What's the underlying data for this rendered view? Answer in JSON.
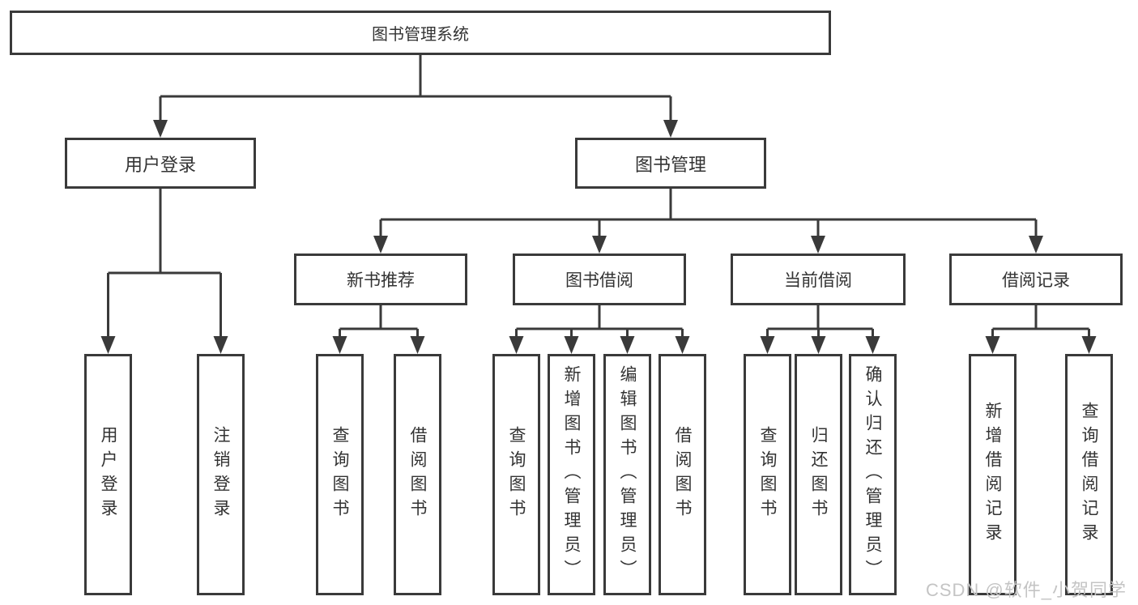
{
  "diagram": {
    "root_label": "图书管理系统",
    "level2": [
      "用户登录",
      "图书管理"
    ],
    "level3": [
      "新书推荐",
      "图书借阅",
      "当前借阅",
      "借阅记录"
    ],
    "leaves_user_login": [
      "用户登录",
      "注销登录"
    ],
    "leaves_new_books": [
      "查询图书",
      "借阅图书"
    ],
    "leaves_book_borrowing": [
      "查询图书",
      "新增图书（管理员）",
      "编辑图书（管理员）",
      "借阅图书"
    ],
    "leaves_current_borrowing": [
      "查询图书",
      "归还图书",
      "确认归还（管理员）"
    ],
    "leaves_borrow_records": [
      "新增借阅记录",
      "查询借阅记录"
    ]
  },
  "watermark": "CSDN @软件_小贺同学",
  "colors": {
    "line": "#3a3a3a",
    "border": "#3a3a3a",
    "text": "#333333",
    "watermark": "#c4c4c4",
    "background": "#ffffff"
  }
}
